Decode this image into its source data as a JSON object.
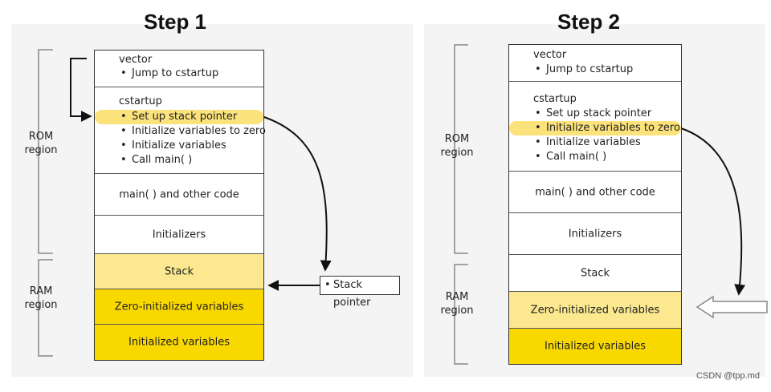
{
  "step1": {
    "title": "Step 1",
    "rom_region_label": "ROM\nregion",
    "ram_region_label": "RAM\nregion",
    "vector": {
      "title": "vector",
      "items": [
        "Jump to cstartup"
      ]
    },
    "cstartup": {
      "title": "cstartup",
      "items": [
        "Set up stack pointer",
        "Initialize variables to zero",
        "Initialize variables",
        "Call main( )"
      ],
      "highlighted_item": "Set up stack pointer"
    },
    "main_code": "main( ) and other code",
    "initializers": "Initializers",
    "stack": "Stack",
    "zero_init": "Zero-initialized variables",
    "init_vars": "Initialized variables",
    "stack_pointer_label": "Stack pointer"
  },
  "step2": {
    "title": "Step 2",
    "rom_region_label": "ROM\nregion",
    "ram_region_label": "RAM\nregion",
    "vector": {
      "title": "vector",
      "items": [
        "Jump to cstartup"
      ]
    },
    "cstartup": {
      "title": "cstartup",
      "items": [
        "Set up stack pointer",
        "Initialize variables to zero",
        "Initialize variables",
        "Call main( )"
      ],
      "highlighted_item": "Initialize variables to zero"
    },
    "main_code": "main( ) and other code",
    "initializers": "Initializers",
    "stack": "Stack",
    "zero_init": "Zero-initialized variables",
    "init_vars": "Initialized variables"
  },
  "colors": {
    "highlight_yellow": "#fbe27a",
    "stack_fill": "#fbe88f",
    "strong_yellow": "#f9d800",
    "pale_yellow": "#fbe88f"
  },
  "watermark": "CSDN @tpp.md"
}
